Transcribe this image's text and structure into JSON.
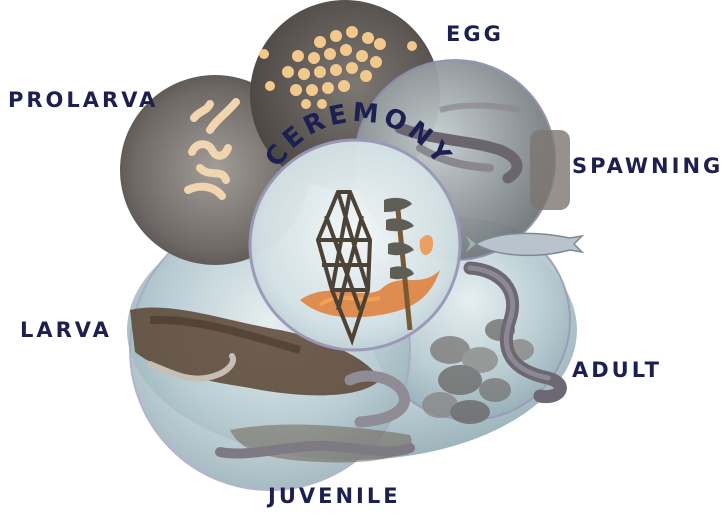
{
  "diagram": {
    "center_label": "CEREMONY",
    "stages": {
      "egg": "EGG",
      "prolarva": "PROLARVA",
      "spawning": "SPAWNING",
      "larva": "LARVA",
      "adult": "ADULT",
      "juvenile": "JUVENILE"
    },
    "colors": {
      "label_ink": "#1c1f52",
      "egg_dots": "#f2c98a",
      "eel_body": "#8a8790",
      "soil": "#5a4432",
      "fire": "#e0752a"
    },
    "icons": [
      "egg-cluster-icon",
      "prolarva-icon",
      "eel-icon",
      "fish-icon",
      "basket-trap-icon",
      "torch-icon",
      "stones-icon"
    ]
  }
}
